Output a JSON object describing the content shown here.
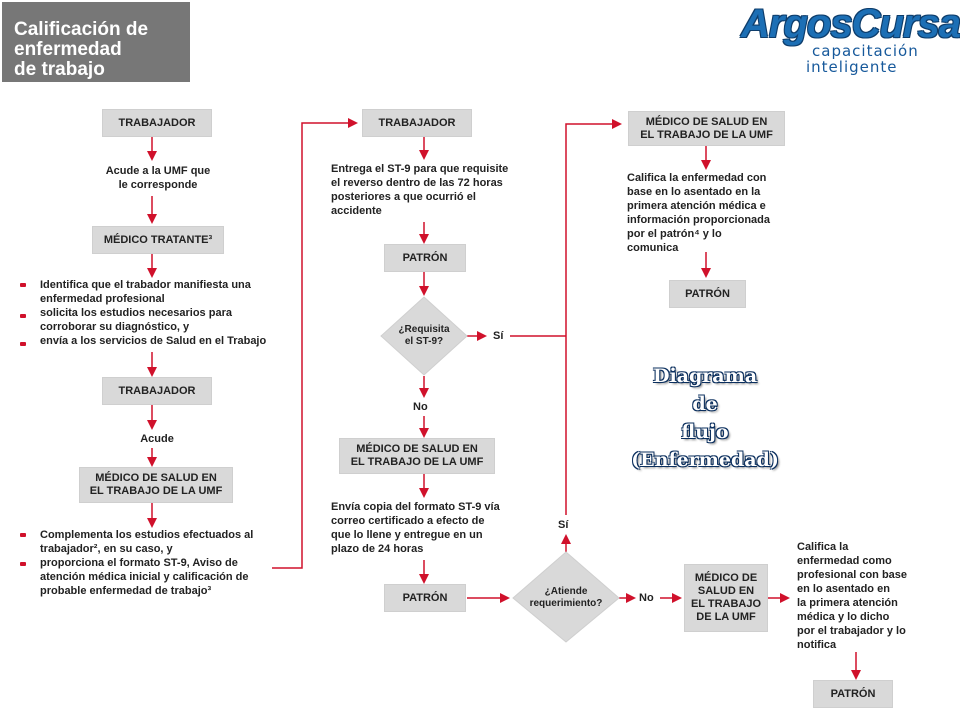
{
  "header": {
    "title_lines": [
      "Calificación de",
      "enfermedad",
      "de trabajo"
    ]
  },
  "logo": {
    "name": "ArgosCursa",
    "line1": "capacitación",
    "line2": "inteligente"
  },
  "col1": {
    "box1": "TRABAJADOR",
    "step1": [
      "Acude a la UMF que",
      "le corresponde"
    ],
    "box2": "MÉDICO TRATANTE³",
    "bullets": [
      "Identifica que el trabador manifiesta una",
      "enfermedad profesional",
      "solicita los estudios necesarios para",
      "corroborar su diagnóstico, y",
      "envía a los servicios de Salud en el Trabajo"
    ],
    "box3": "TRABAJADOR",
    "step3": "Acude",
    "box4": [
      "MÉDICO DE SALUD EN",
      "EL TRABAJO DE LA UMF"
    ],
    "bullets2": [
      "Complementa los estudios efectuados al",
      "trabajador², en su caso, y",
      "proporciona el formato ST-9, Aviso de",
      "atención médica inicial y calificación de",
      "probable enfermedad de trabajo³"
    ]
  },
  "col2": {
    "box1": "TRABAJADOR",
    "step1": [
      "Entrega el ST-9 para que requisite",
      "el reverso dentro de las 72 horas",
      "posteriores a que ocurrió el",
      "accidente"
    ],
    "box2": "PATRÓN",
    "diamond1": [
      "¿Requisita",
      "el ST-9?"
    ],
    "yes1": "Sí",
    "no1": "No",
    "box3": [
      "MÉDICO DE SALUD EN",
      "EL TRABAJO DE LA UMF"
    ],
    "step3": [
      "Envía copia del formato ST-9 vía",
      "correo certificado a efecto de",
      "que lo llene y entregue en un",
      "plazo de 24 horas"
    ],
    "box4": "PATRÓN",
    "diamond2": [
      "¿Atiende",
      "requerimiento?"
    ],
    "yes2": "Sí",
    "no2": "No"
  },
  "col3": {
    "box1": [
      "MÉDICO DE SALUD EN",
      "EL TRABAJO DE LA UMF"
    ],
    "step1": [
      "Califica la enfermedad con",
      "base en lo asentado en la",
      "primera atención médica e",
      "información proporcionada",
      "por el patrón⁴ y lo",
      "comunica"
    ],
    "box2": "PATRÓN",
    "box3": [
      "MÉDICO DE",
      "SALUD EN",
      "EL TRABAJO",
      "DE LA UMF"
    ],
    "step3": [
      "Califica la",
      "enfermedad como",
      "profesional con base",
      "en lo asentado en",
      "la primera atención",
      "médica y lo dicho",
      "por el trabajador y lo",
      "notifica"
    ],
    "box4": "PATRÓN"
  },
  "watermark": [
    "Diagrama",
    "de",
    "flujo",
    "(Enfermedad)"
  ],
  "colors": {
    "arrow": "#d0112b",
    "box": "#d9d9d9",
    "header": "#777777",
    "logo": "#1c6fb5"
  }
}
